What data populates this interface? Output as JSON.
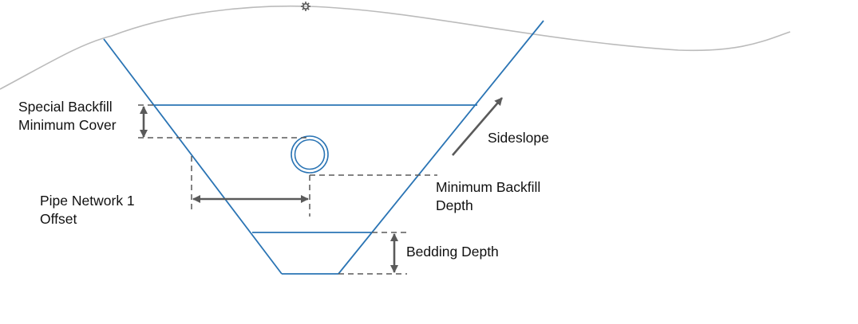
{
  "diagram": {
    "title": "Trench cross-section with pipe backfill parameters",
    "colors": {
      "trench": "#2a74b4",
      "ground": "#bbbbbb",
      "dimension": "#5a5a5a",
      "text": "#111111",
      "background": "#ffffff"
    },
    "labels": {
      "special_backfill_line1": "Special Backfill",
      "special_backfill_line2": "Minimum Cover",
      "sideslope": "Sideslope",
      "min_backfill_line1": "Minimum Backfill",
      "min_backfill_line2": "Depth",
      "pipe_offset_line1": "Pipe Network 1",
      "pipe_offset_line2": "Offset",
      "bedding_depth": "Bedding Depth"
    },
    "icons": {
      "ground_marker": "gear-icon",
      "pipe": "pipe-circle-icon"
    }
  }
}
